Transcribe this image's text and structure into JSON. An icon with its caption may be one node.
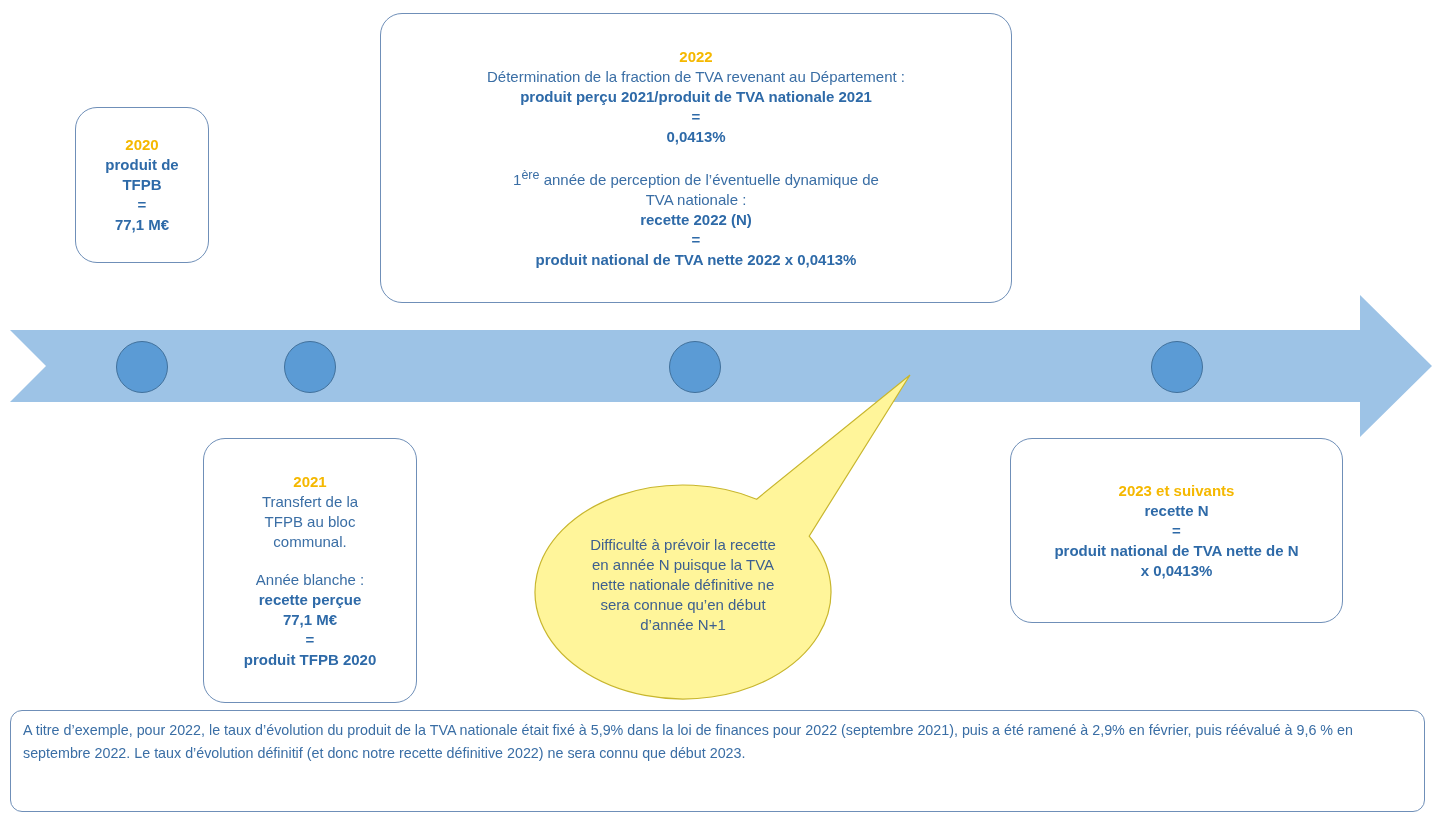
{
  "diagram": {
    "nodes": [
      {
        "text": [
          "2022",
          "Détermination de la fraction de TVA revenant au Département :",
          "produit perçu 2021/produit de TVA nationale 2021",
          "=",
          "0,0413%",
          "1$^{ère}$ année de perception de l’éventuelle dynamique de TVA nationale :",
          "recette 2022 (N)",
          "=",
          "produit national de TVA nette 2022 x 0,0413%"
        ]
      },
      {
        "text": [
          "2020",
          "produit de TFPB",
          "=",
          "77,1 M€"
        ]
      },
      {
        "text": [],
        "shape": "bar"
      },
      {
        "text": [],
        "shape": "circle",
        "in": 2
      },
      {
        "text": [],
        "shape": "circle",
        "in": 2
      },
      {
        "text": [],
        "shape": "circle",
        "in": 2
      },
      {
        "text": [],
        "shape": "circle",
        "in": 2
      },
      {
        "text": [
          "2021",
          "Transfert de la TFPB au bloc communal.",
          "Année blanche :",
          "recette perçue 77,1 M€",
          "=",
          "produit TFPB 2020"
        ]
      },
      {
        "text": [
          "Difficulté à prévoir la recette en année N puisque la TVA nette nationale définitive ne sera connue qu’en début d’année N+1"
        ]
      },
      {
        "text": [
          "2023 et suivants",
          "recette N",
          "=",
          "produit national de TVA nette de N x 0,0413%"
        ]
      },
      {
        "text": [
          "A titre d’exemple, pour 2022, le taux d’évolution du produit de la TVA nationale était fixé à 5,9% dans la loi de finances pour 2022 (septembre 2021), puis a été ramené à 2,9% en février, puis réévalué à 9,6 % en septembre 2022. Le taux d’évolution définitif (et donc notre recette définitive 2022) ne sera connu que début 2023."
        ]
      }
    ]
  }
}
